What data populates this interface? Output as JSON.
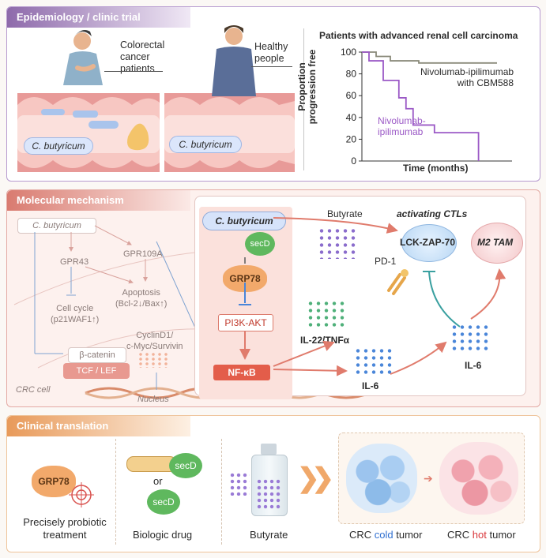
{
  "panel1": {
    "title": "Epidemiology / clinic trial",
    "crc_patients": "Colorectal\ncancer\npatients",
    "healthy": "Healthy\npeople",
    "bug_left": "C. butyricum",
    "bug_right": "C. butyricum"
  },
  "chart_data": {
    "type": "line",
    "title": "Patients with advanced renal cell carcinoma",
    "xlabel": "Time (months)",
    "ylabel": "Proportion progression free",
    "yticks": [
      "0",
      "20",
      "40",
      "60",
      "80",
      "100"
    ],
    "ylim": [
      0,
      100
    ],
    "series": [
      {
        "name": "Nivolumab-ipilimumab with CBM588",
        "color": "#8a8a7a",
        "x": [
          0,
          1,
          1,
          2,
          2,
          4,
          4,
          9.5
        ],
        "y": [
          100,
          100,
          96,
          96,
          92,
          92,
          90,
          90
        ]
      },
      {
        "name": "Nivolumab-ipilimumab",
        "color": "#9b59c6",
        "x": [
          0,
          0.5,
          0.5,
          1.5,
          1.5,
          2.6,
          2.6,
          3.1,
          3.1,
          3.6,
          3.6,
          5.1,
          5.1,
          6.1,
          6.1,
          8.2,
          8.2
        ],
        "y": [
          100,
          100,
          92,
          92,
          74,
          74,
          58,
          58,
          48,
          48,
          33,
          33,
          26,
          26,
          26,
          26,
          0
        ]
      }
    ],
    "labels": {
      "cbm": "Nivolumab-ipilimumab\nwith CBM588",
      "niv": "Nivolumab-\nipilimumab"
    }
  },
  "panel2": {
    "title": "Molecular mechanism",
    "cbut": "C. butyricum",
    "gpr43": "GPR43",
    "gpr109a": "GPR109A",
    "cellcycle": "Cell cycle\n(p21WAF1↑)",
    "apoptosis": "Apoptosis\n(Bcl-2↓/Bax↑)",
    "bcat": "β-catenin",
    "tcf": "TCF / LEF",
    "cyclin": "CyclinD1/\nc-Myc/Survivin",
    "crc_cell": "CRC cell",
    "nucleus": "Nucleus",
    "inner_cbut": "C. butyricum",
    "secd": "secD",
    "grp78": "GRP78",
    "pi3k": "PI3K-AKT",
    "nfkb": "NF-κB",
    "butyrate": "Butyrate",
    "activating": "activating CTLs",
    "lck": "LCK-ZAP-70",
    "m2": "M2 TAM",
    "pd1": "PD-1",
    "il22": "IL-22/TNFα",
    "il6a": "IL-6",
    "il6b": "IL-6"
  },
  "panel3": {
    "title": "Clinical translation",
    "grp78": "GRP78",
    "probiotic": "Precisely probiotic\ntreatment",
    "secd1": "secD",
    "or": "or",
    "secd2": "secD",
    "biologic": "Biologic drug",
    "butyrate": "Butyrate",
    "cold_pre": "CRC ",
    "cold": "cold",
    "cold_post": " tumor",
    "hot_pre": "CRC ",
    "hot": "hot",
    "hot_post": " tumor"
  }
}
